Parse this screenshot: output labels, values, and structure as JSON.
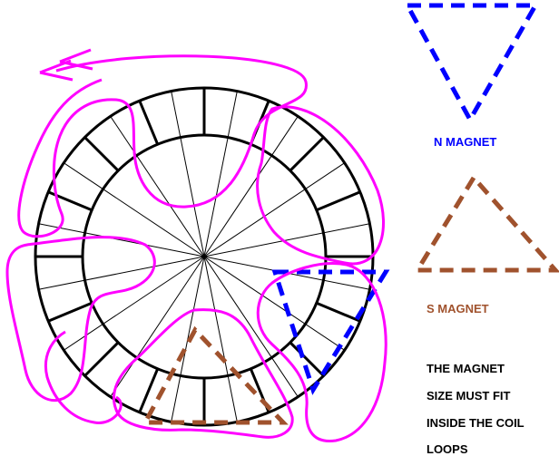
{
  "colors": {
    "background": "#ffffff",
    "stator": "#000000",
    "coil": "#ff00ff",
    "n_magnet": "#0000ff",
    "s_magnet": "#a0522d",
    "note_text": "#000000"
  },
  "stator": {
    "slot_count": 16
  },
  "coil_loops": {
    "count": 6
  },
  "legend": {
    "n_magnet_label": "N MAGNET",
    "s_magnet_label": "S MAGNET"
  },
  "note_lines": [
    "THE MAGNET",
    "SIZE MUST FIT",
    "INSIDE THE COIL",
    "LOOPS"
  ]
}
